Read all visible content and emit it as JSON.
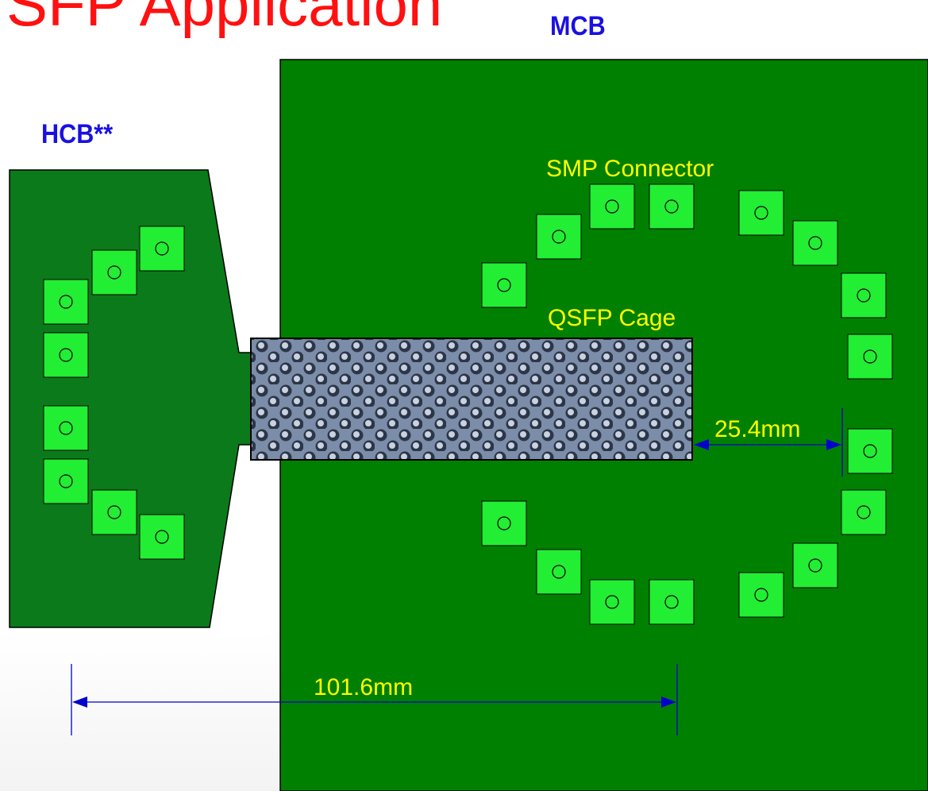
{
  "slide": {
    "title": "SFP Application"
  },
  "boards": {
    "main": {
      "label": "MCB"
    },
    "host": {
      "label": "HCB**"
    }
  },
  "callouts": {
    "connector": "SMP Connector",
    "cage": "QSFP Cage"
  },
  "dimensions": {
    "cage_to_connector": "25.4mm",
    "overall_span": "101.6mm"
  },
  "colors": {
    "title": "#ff1111",
    "board_label": "#1a10e0",
    "board_fill": "#008000",
    "host_board_fill": "#0b7a1a",
    "connector_fill": "#22ee33",
    "callout_text": "#ffff00",
    "dimension_line": "#0000cc"
  },
  "connector_icon": "circle-in-square-icon",
  "cage_texture_icon": "perforated-metal-icon"
}
